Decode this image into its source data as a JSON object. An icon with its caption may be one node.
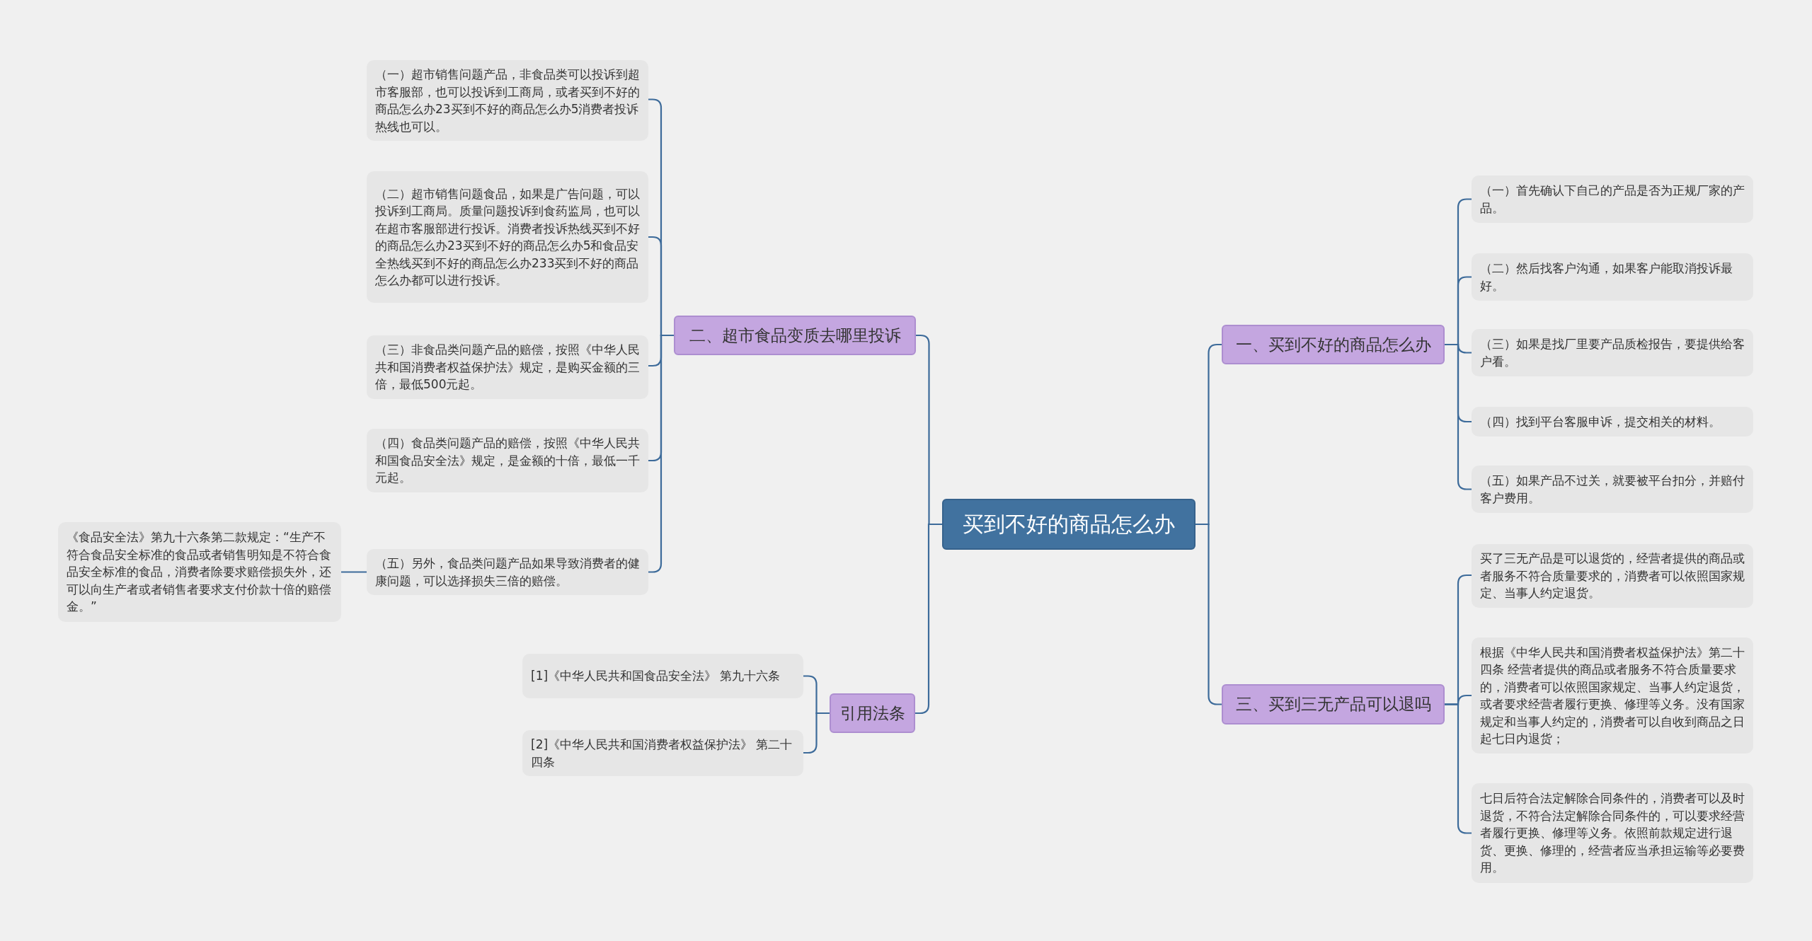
{
  "diagram": {
    "nodes": [
      {
        "text": [
          "买到不好的商品怎么办"
        ]
      },
      {
        "text": [
          "二、超市食品变质去哪里投诉"
        ]
      },
      {
        "text": [
          "（一）超市销售问题产品，非食品类可以投诉到超市客服部，也可以投诉到工商局，或者买到不好的商品怎么办23买到不好的商品怎么办5消费者投诉热线也可以。"
        ]
      },
      {
        "text": [
          "（二）超市销售问题食品，如果是广告问题，可以投诉到工商局。质量问题投诉到食药监局，也可以在超市客服部进行投诉。消费者投诉热线买到不好的商品怎么办23买到不好的商品怎么办5和食品安全热线买到不好的商品怎么办233买到不好的商品怎么办都可以进行投诉。"
        ]
      },
      {
        "text": [
          "（三）非食品类问题产品的赔偿，按照《中华人民共和国消费者权益保护法》规定，是购买金额的三倍，最低500元起。"
        ]
      },
      {
        "text": [
          "（四）食品类问题产品的赔偿，按照《中华人民共和国食品安全法》规定，是金额的十倍，最低一千元起。"
        ]
      },
      {
        "text": [
          "（五）另外，食品类问题产品如果导致消费者的健康问题，可以选择损失三倍的赔偿。"
        ]
      },
      {
        "text": [
          "《食品安全法》第九十六条第二款规定：“生产不符合食品安全标准的食品或者销售明知是不符合食品安全标准的食品，消费者除要求赔偿损失外，还可以向生产者或者销售者要求支付价款十倍的赔偿金。”"
        ]
      },
      {
        "text": [
          "引用法条"
        ]
      },
      {
        "text": [
          "[1]《中华人民共和国食品安全法》 第九十六条"
        ]
      },
      {
        "text": [
          "[2]《中华人民共和国消费者权益保护法》 第二十四条"
        ]
      },
      {
        "text": [
          "一、买到不好的商品怎么办"
        ]
      },
      {
        "text": [
          "（一）首先确认下自己的产品是否为正规厂家的产品。"
        ]
      },
      {
        "text": [
          "（二）然后找客户沟通，如果客户能取消投诉最好。"
        ]
      },
      {
        "text": [
          "（三）如果是找厂里要产品质检报告，要提供给客户看。"
        ]
      },
      {
        "text": [
          "（四）找到平台客服申诉，提交相关的材料。"
        ]
      },
      {
        "text": [
          "（五）如果产品不过关，就要被平台扣分，并赔付客户费用。"
        ]
      },
      {
        "text": [
          "三、买到三无产品可以退吗"
        ]
      },
      {
        "text": [
          "买了三无产品是可以退货的，经营者提供的商品或者服务不符合质量要求的，消费者可以依照国家规定、当事人约定退货。"
        ]
      },
      {
        "text": [
          "根据《中华人民共和国消费者权益保护法》第二十四条 经营者提供的商品或者服务不符合质量要求的，消费者可以依照国家规定、当事人约定退货，或者要求经营者履行更换、修理等义务。没有国家规定和当事人约定的，消费者可以自收到商品之日起七日内退货；"
        ]
      },
      {
        "text": [
          "七日后符合法定解除合同条件的，消费者可以及时退货，不符合法定解除合同条件的，可以要求经营者履行更换、修理等义务。依照前款规定进行退货、更换、修理的，经营者应当承担运输等必要费用。"
        ]
      }
    ],
    "edges": [
      {
        "from": 0,
        "to": 1,
        "arrow": "none"
      },
      {
        "from": 1,
        "to": 2,
        "arrow": "none"
      },
      {
        "from": 1,
        "to": 3,
        "arrow": "none"
      },
      {
        "from": 1,
        "to": 4,
        "arrow": "none"
      },
      {
        "from": 1,
        "to": 5,
        "arrow": "none"
      },
      {
        "from": 1,
        "to": 6,
        "arrow": "none"
      },
      {
        "from": 6,
        "to": 7,
        "arrow": "none"
      },
      {
        "from": 0,
        "to": 8,
        "arrow": "none"
      },
      {
        "from": 8,
        "to": 9,
        "arrow": "none"
      },
      {
        "from": 8,
        "to": 10,
        "arrow": "none"
      },
      {
        "from": 0,
        "to": 11,
        "arrow": "none"
      },
      {
        "from": 11,
        "to": 12,
        "arrow": "none"
      },
      {
        "from": 11,
        "to": 13,
        "arrow": "none"
      },
      {
        "from": 11,
        "to": 14,
        "arrow": "none"
      },
      {
        "from": 11,
        "to": 15,
        "arrow": "none"
      },
      {
        "from": 11,
        "to": 16,
        "arrow": "none"
      },
      {
        "from": 0,
        "to": 17,
        "arrow": "none"
      },
      {
        "from": 17,
        "to": 18,
        "arrow": "none"
      },
      {
        "from": 17,
        "to": 19,
        "arrow": "none"
      },
      {
        "from": 17,
        "to": 20,
        "arrow": "none"
      }
    ]
  }
}
